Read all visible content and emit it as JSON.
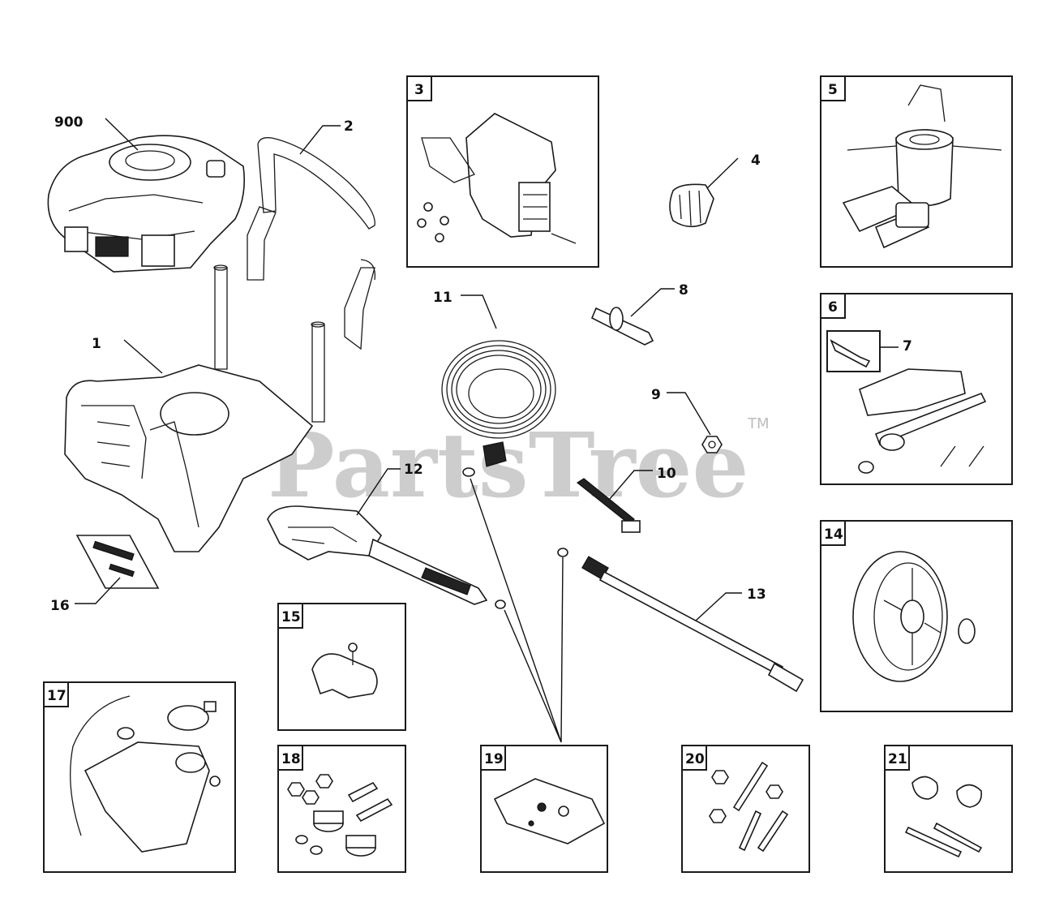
{
  "watermark": {
    "text": "PartsTree",
    "trademark": "TM"
  },
  "callouts": {
    "engine": "900",
    "frame": "1",
    "handle": "2",
    "pump_plate": "4",
    "axle": "8",
    "nut": "9",
    "hose": "11",
    "gun": "12",
    "wand": "13",
    "strap": "10",
    "base_plate": "16",
    "unloader": "7"
  },
  "boxes": {
    "b3": "3",
    "b5": "5",
    "b6": "6",
    "b14": "14",
    "b15": "15",
    "b17": "17",
    "b18": "18",
    "b19": "19",
    "b20": "20",
    "b21": "21"
  }
}
